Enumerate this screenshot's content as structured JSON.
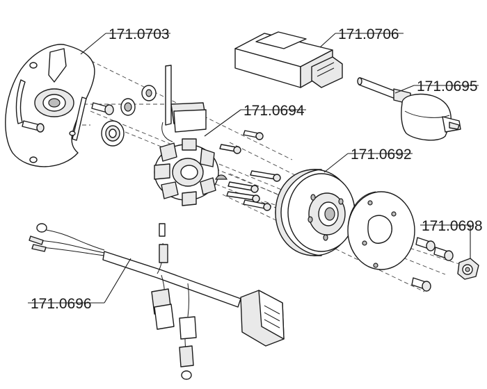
{
  "parts": [
    {
      "key": "base_plate",
      "number": "171.0703"
    },
    {
      "key": "cdi_unit",
      "number": "171.0706"
    },
    {
      "key": "ignition_coil",
      "number": "171.0695"
    },
    {
      "key": "stator",
      "number": "171.0694"
    },
    {
      "key": "rotor",
      "number": "171.0692"
    },
    {
      "key": "nut_set",
      "number": "171.0698"
    },
    {
      "key": "wiring_harness",
      "number": "171.0696"
    }
  ]
}
